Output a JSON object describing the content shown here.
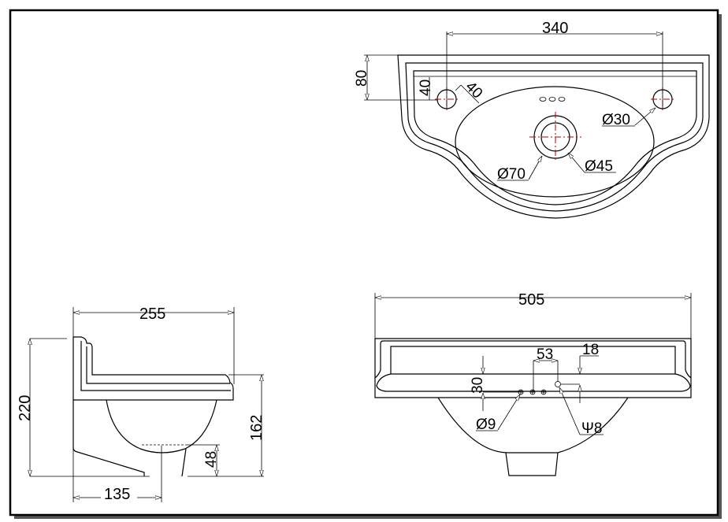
{
  "title": "Basin technical drawing",
  "top_view": {
    "tap_hole_spacing": "340",
    "rim_depth": "80",
    "hole_offset_vertical": "40",
    "hole_offset_diagonal": "40",
    "tap_hole_diameter": "Ø30",
    "waste_outer_diameter": "Ø70",
    "waste_inner_diameter": "Ø45"
  },
  "front_view": {
    "overall_width": "505",
    "overflow_spacing": "53",
    "overflow_offset": "18",
    "overflow_height": "30",
    "overflow_hole_diameter": "Ø9",
    "overflow_slot": "Ψ8"
  },
  "side_view": {
    "overall_depth": "255",
    "overall_height": "220",
    "rim_height": "162",
    "waste_height": "48",
    "waste_projection": "135"
  },
  "colors": {
    "line": "#000000",
    "centerline": "#b00000",
    "frame": "#000000"
  }
}
